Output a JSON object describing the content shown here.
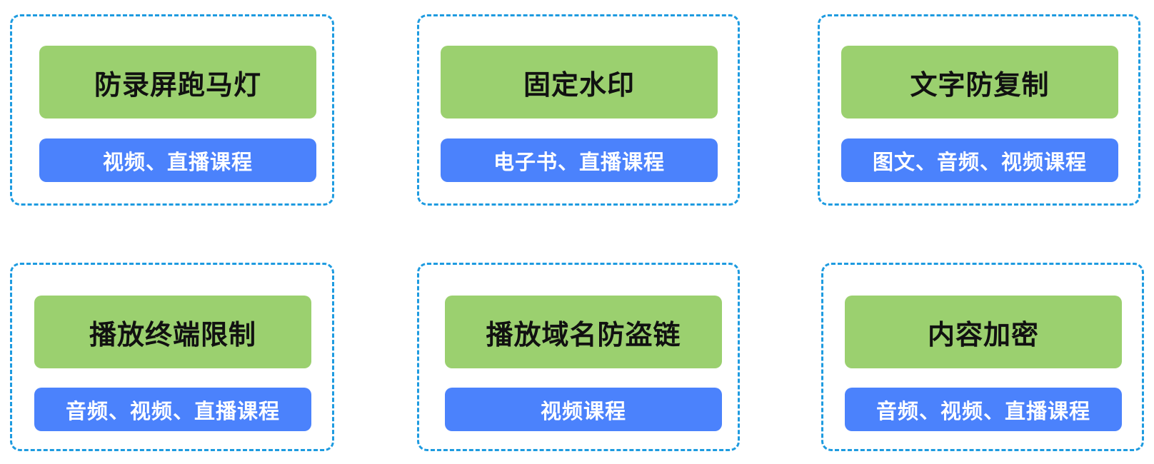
{
  "colors": {
    "card_border": "#1e9be0",
    "title_background": "#9bd06f",
    "title_text": "#111111",
    "subtitle_background": "#4b82fc",
    "subtitle_text": "#ffffff"
  },
  "cards": [
    {
      "title": "防录屏跑马灯",
      "subtitle": "视频、直播课程"
    },
    {
      "title": "固定水印",
      "subtitle": "电子书、直播课程"
    },
    {
      "title": "文字防复制",
      "subtitle": "图文、音频、视频课程"
    },
    {
      "title": "播放终端限制",
      "subtitle": "音频、视频、直播课程"
    },
    {
      "title": "播放域名防盗链",
      "subtitle": "视频课程"
    },
    {
      "title": "内容加密",
      "subtitle": "音频、视频、直播课程"
    }
  ]
}
